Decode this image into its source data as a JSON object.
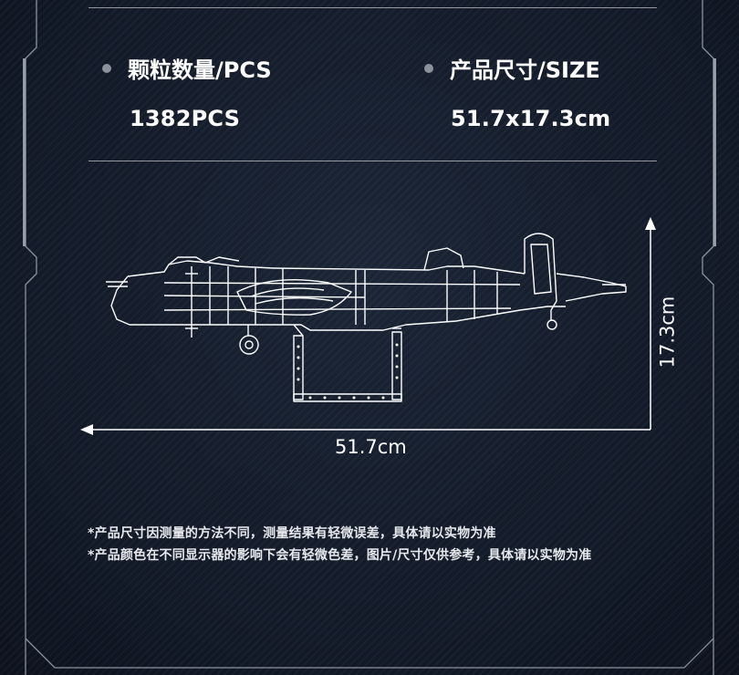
{
  "specs": {
    "pieces_label": "颗粒数量/PCS",
    "pieces_value": "1382PCS",
    "size_label": "产品尺寸/SIZE",
    "size_value": "51.7x17.3cm"
  },
  "dimensions": {
    "length": "51.7cm",
    "height": "17.3cm"
  },
  "notes": {
    "line1": "*产品尺寸因测量的方法不同，测量结果有轻微误差，具体请以实物为准",
    "line2": "*产品颜色在不同显示器的影响下会有轻微色差，图片/尺寸仅供参考，具体请以实物为准"
  },
  "icons": {
    "product": "bomber-aircraft-outline",
    "bullet": "dot-icon"
  },
  "colors": {
    "background": "#121a28",
    "frame": "#aab1bb",
    "text": "#ffffff",
    "bullet": "#8b929c"
  }
}
